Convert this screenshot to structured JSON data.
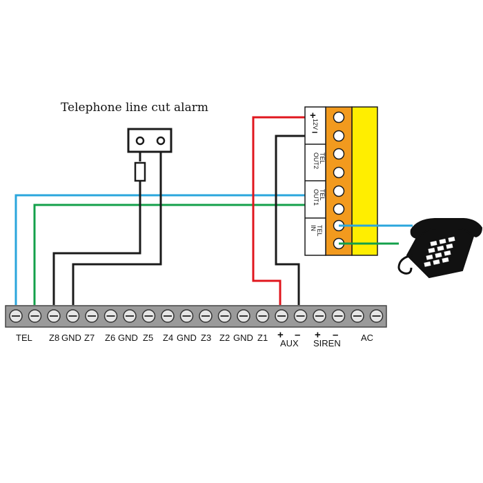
{
  "title": "Telephone line cut alarm",
  "terminal_labels": [
    "TEL",
    "Z8",
    "GND",
    "Z7",
    "Z6",
    "GND",
    "Z5",
    "Z4",
    "GND",
    "Z3",
    "Z2",
    "GND",
    "Z1",
    "+",
    "–",
    "AUX",
    "+",
    "–",
    "SIREN",
    "AC"
  ],
  "module": {
    "power_sign_plus": "+",
    "power_sign_minus": "–",
    "power_label": "12V",
    "out2_label": "OUT2",
    "out2_sub": "TEL",
    "out1_label": "OUT1",
    "out1_sub": "TEL",
    "in_label": "IN",
    "in_sub": "TEL"
  },
  "wire_colors": {
    "red": "#e0161d",
    "black": "#1a1a1a",
    "blue": "#2aa6dc",
    "green": "#13a04a"
  },
  "module_colors": {
    "orange": "#f29a1e",
    "yellow": "#ffee00"
  },
  "icons": {
    "telephone": "telephone-icon",
    "resistor": "resistor-icon",
    "switch": "switch-icon"
  }
}
